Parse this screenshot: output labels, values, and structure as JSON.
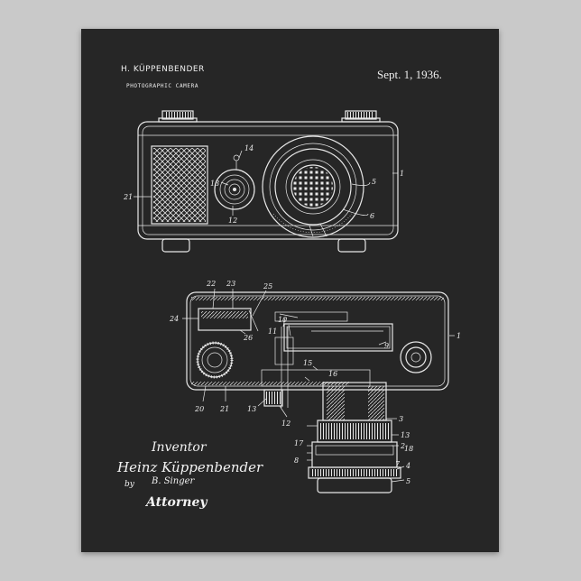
{
  "header": {
    "inventor": "H. KÜPPENBENDER",
    "title": "PHOTOGRAPHIC CAMERA",
    "date": "Sept. 1, 1936."
  },
  "signature": {
    "inventor_label": "Inventor",
    "inventor_name": "Heinz Küppenbender",
    "by": "by",
    "attorney_name": "B. Singer",
    "attorney_label": "Attorney"
  },
  "fig1_refs": {
    "r1": "1",
    "r5": "5",
    "r6": "6",
    "r12": "12",
    "r13": "13",
    "r14": "14",
    "r21": "21"
  },
  "fig2_refs": {
    "r1": "1",
    "r2": "2",
    "r3": "3",
    "r4": "4",
    "r5": "5",
    "r8": "8",
    "r9": "9",
    "r10": "10",
    "r11": "11",
    "r12": "12",
    "r13": "13",
    "r15": "15",
    "r16": "16",
    "r17": "17",
    "r18": "18",
    "r20": "20",
    "r21": "21",
    "r22": "22",
    "r23": "23",
    "r24": "24",
    "r25": "25",
    "r26": "26",
    "r7": "7"
  },
  "colors": {
    "poster_bg": "#262626",
    "line": "#e8e8e8",
    "wall": "#c9c9c9"
  }
}
